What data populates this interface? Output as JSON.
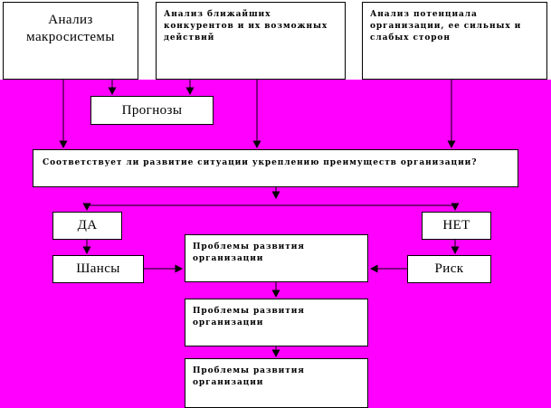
{
  "diagram": {
    "title": "Анализ макросистемы — схема",
    "background_color": "#ff00ff",
    "node_fill": "#ffffff",
    "line_color": "#000000",
    "nodes": {
      "macro_analysis": "Анализ\nмакросистемы",
      "competitors_analysis": "Анализ ближайших\nконкурентов и их возможных\nдействий",
      "potential_analysis": "Анализ потенциала\nорганизации, ее сильных и\nслабых сторон",
      "forecasts": "Прогнозы",
      "question": "Соответствует ли развитие ситуации укреплению преимуществ организации?",
      "yes": "ДА",
      "no": "НЕТ",
      "chances": "Шансы",
      "risk": "Риск",
      "problems_1": "Проблемы развития\nорганизации",
      "problems_2": "Проблемы развития\nорганизации",
      "problems_3": "Проблемы развития\nорганизации"
    },
    "edges": [
      {
        "name": "macro-to-forecasts",
        "from": "macro_analysis",
        "to": "forecasts",
        "style": "arrow-down"
      },
      {
        "name": "macro-to-question",
        "from": "macro_analysis",
        "to": "question",
        "style": "arrow-down"
      },
      {
        "name": "competitors-to-forecasts",
        "from": "competitors_analysis",
        "to": "forecasts",
        "style": "arrow-down"
      },
      {
        "name": "competitors-to-question",
        "from": "competitors_analysis",
        "to": "question",
        "style": "arrow-down"
      },
      {
        "name": "potential-to-question",
        "from": "potential_analysis",
        "to": "question",
        "style": "arrow-down"
      },
      {
        "name": "question-to-yes",
        "from": "question",
        "to": "yes",
        "style": "split-arrow"
      },
      {
        "name": "question-to-no",
        "from": "question",
        "to": "no",
        "style": "split-arrow"
      },
      {
        "name": "yes-to-chances",
        "from": "yes",
        "to": "chances",
        "style": "arrow-down"
      },
      {
        "name": "no-to-risk",
        "from": "no",
        "to": "risk",
        "style": "arrow-down"
      },
      {
        "name": "chances-to-problems-1",
        "from": "chances",
        "to": "problems_1",
        "style": "arrow-right"
      },
      {
        "name": "risk-to-problems-1",
        "from": "risk",
        "to": "problems_1",
        "style": "arrow-left"
      },
      {
        "name": "problems-1-to-problems-2",
        "from": "problems_1",
        "to": "problems_2",
        "style": "arrow-down"
      },
      {
        "name": "problems-2-to-problems-3",
        "from": "problems_2",
        "to": "problems_3",
        "style": "arrow-down"
      }
    ]
  }
}
